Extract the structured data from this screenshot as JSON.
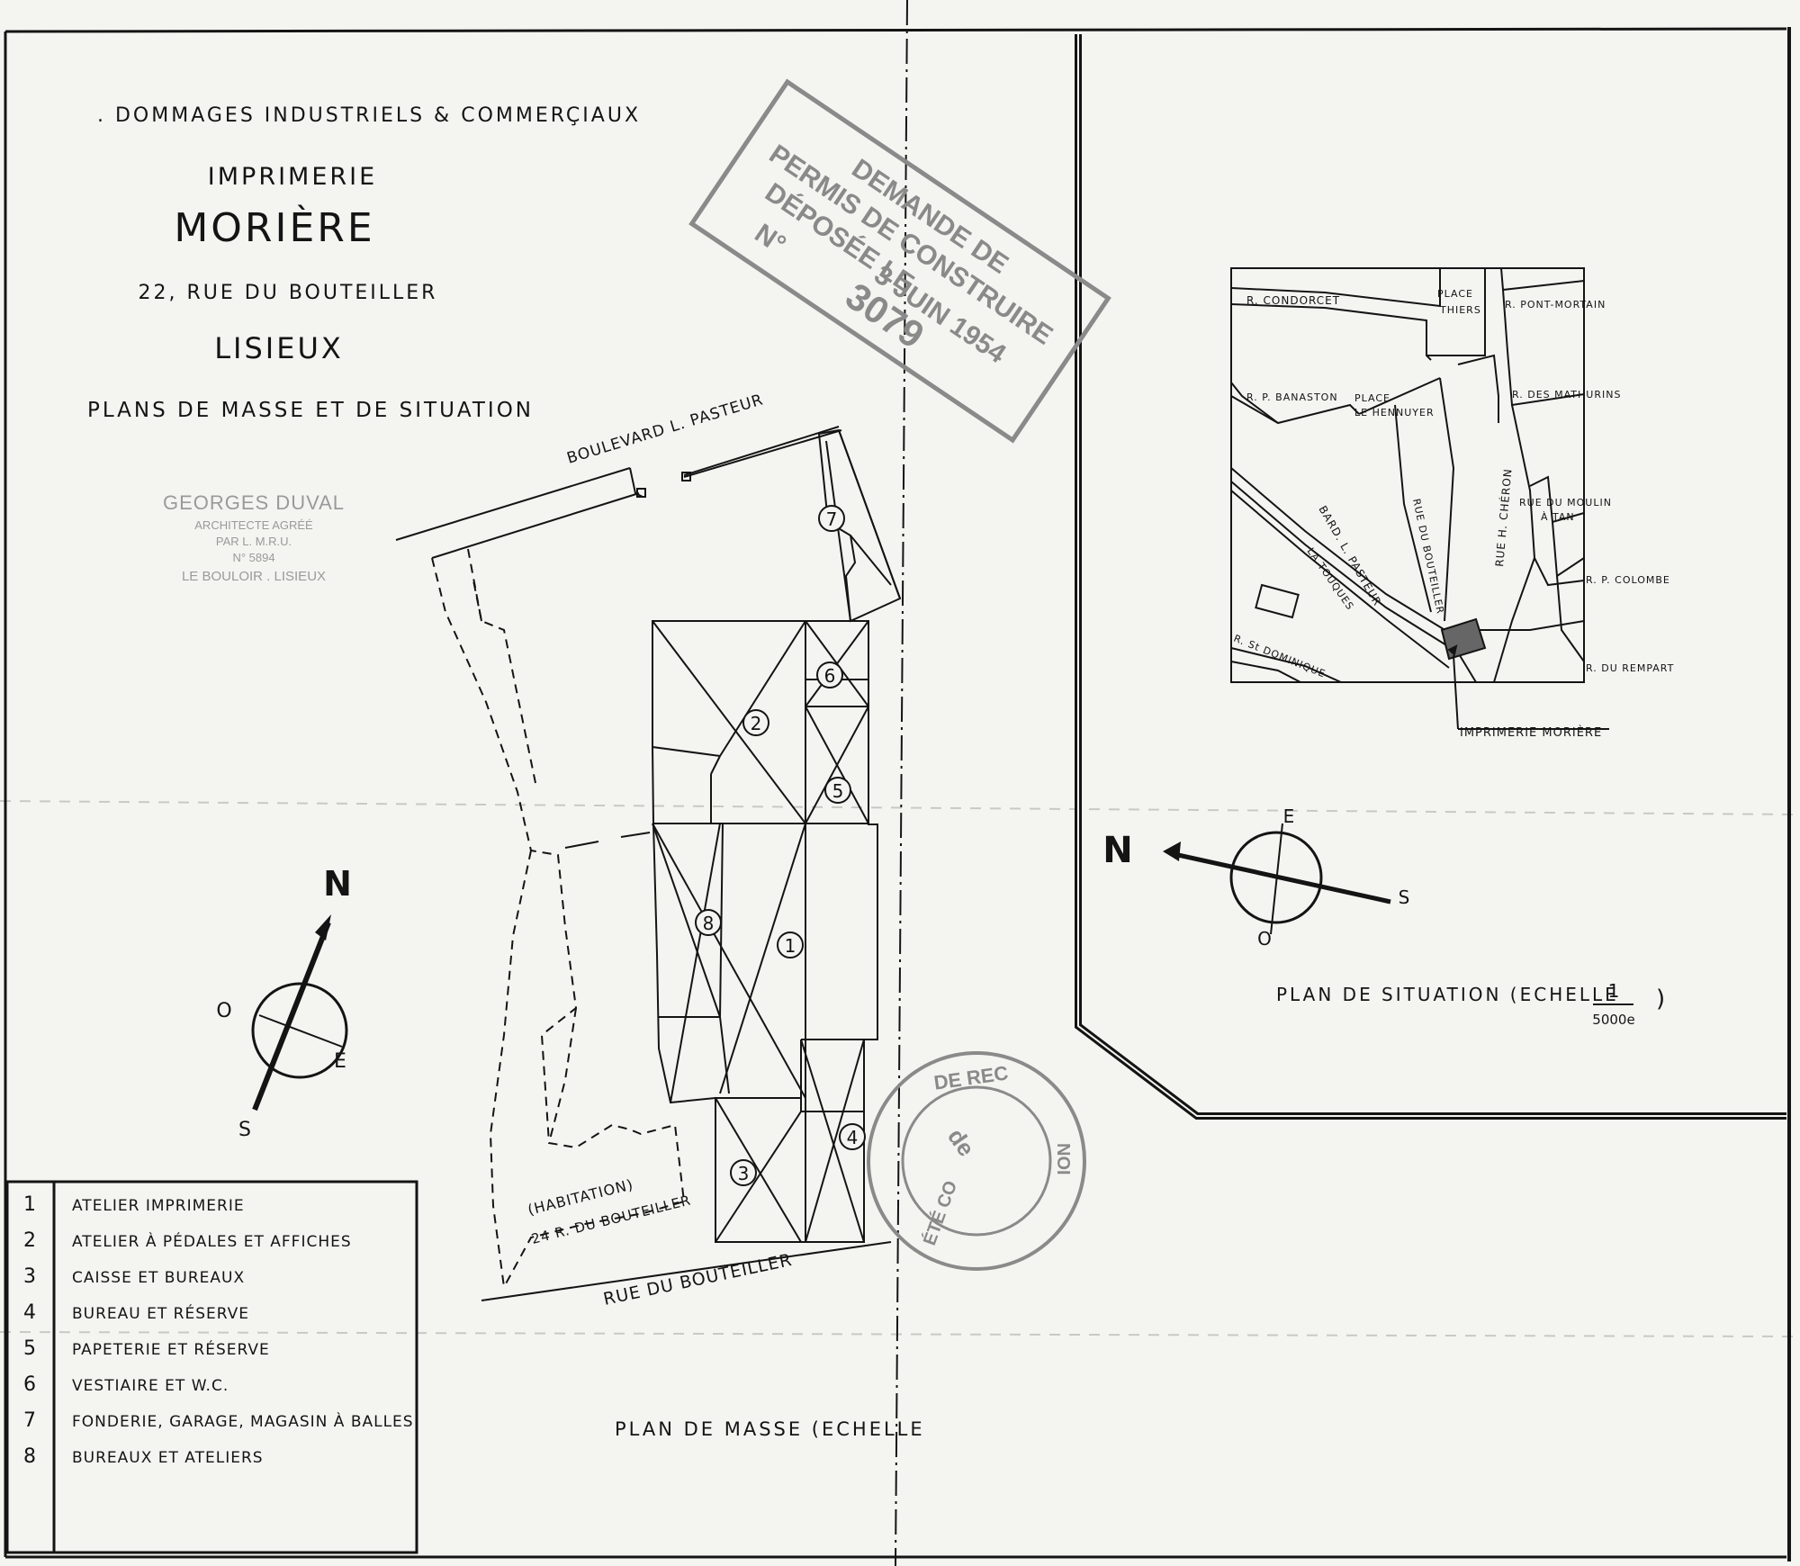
{
  "header": {
    "category": ". DOMMAGES INDUSTRIELS & COMMERÇIAUX",
    "line1": "IMPRIMERIE",
    "name": "MORIÈRE",
    "address": "22, RUE DU BOUTEILLER",
    "city": "LISIEUX",
    "subject": "PLANS DE MASSE ET DE SITUATION"
  },
  "architect": {
    "name": "GEORGES DUVAL",
    "line1": "ARCHITECTE AGRÉÉ",
    "line2": "PAR L. M.R.U.",
    "line3": "N° 5894",
    "line4": "LE BOULOIR . LISIEUX"
  },
  "stamp_permit": {
    "line1": "DEMANDE DE",
    "line2": "PERMIS DE CONSTRUIRE",
    "line3": "DÉPOSÉE LE",
    "number_label": "N°",
    "date": "3 JUIN 1954",
    "number": "3079"
  },
  "stamp_round": {
    "top": "DE REC",
    "middle": "de",
    "ring_left": "ÉTÉ CO",
    "ring_right": "NOI"
  },
  "site_plan": {
    "boulevard": "BOULEVARD L. PASTEUR",
    "rue": "RUE DU BOUTEILLER",
    "habitation_1": "(HABITATION)",
    "habitation_2": "24 R. DU BOUTEILLER",
    "caption": "PLAN DE MASSE (ECHELLE",
    "building_numbers": [
      "1",
      "2",
      "3",
      "4",
      "5",
      "6",
      "7",
      "8"
    ],
    "compass": {
      "n": "N",
      "e": "E",
      "s": "S",
      "o": "O"
    }
  },
  "situation_plan": {
    "streets": {
      "condorcet": "R. CONDORCET",
      "place_thiers_1": "PLACE",
      "place_thiers_2": "THIERS",
      "pont_mortain": "R. PONT-MORTAIN",
      "banaston": "R. P. BANASTON",
      "hennuyer_1": "PLACE",
      "hennuyer_2": "LE HENNUYER",
      "mathurins": "R. DES MATHURINS",
      "bd_pasteur": "BARD. L. PASTEUR",
      "bouteiller": "RUE DU BOUTEILLER",
      "cheron": "RUE H. CHÉRON",
      "moulin_1": "RUE DU MOULIN",
      "moulin_2": "À TAN",
      "colombe": "R. P. COLOMBE",
      "touques": "LA TOUQUES",
      "dominique": "R. St DOMINIQUE",
      "rempart": "R. DU REMPART"
    },
    "pointer_label": "IMPRIMERIE MORIÈRE",
    "caption": "PLAN DE SITUATION (ECHELLE",
    "scale_num": "1",
    "scale_den": "5000e",
    "scale_close": ")",
    "compass": {
      "n": "N",
      "e": "E",
      "s": "S",
      "o": "O"
    }
  },
  "legend": [
    {
      "num": "1",
      "label": "ATELIER IMPRIMERIE"
    },
    {
      "num": "2",
      "label": "ATELIER À PÉDALES ET AFFICHES"
    },
    {
      "num": "3",
      "label": "CAISSE ET BUREAUX"
    },
    {
      "num": "4",
      "label": "BUREAU ET RÉSERVE"
    },
    {
      "num": "5",
      "label": "PAPETERIE ET RÉSERVE"
    },
    {
      "num": "6",
      "label": "VESTIAIRE ET W.C."
    },
    {
      "num": "7",
      "label": "FONDERIE, GARAGE, MAGASIN À BALLES"
    },
    {
      "num": "8",
      "label": "BUREAUX ET ATELIERS"
    }
  ]
}
